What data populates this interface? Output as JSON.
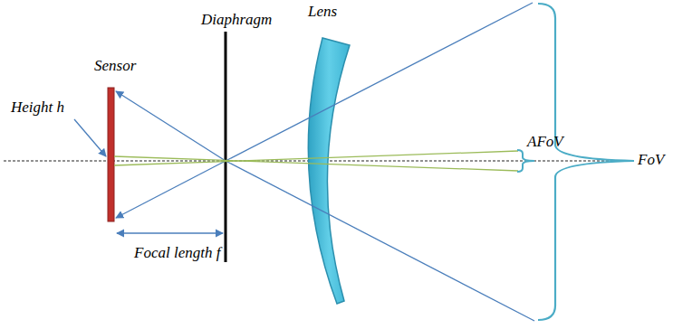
{
  "diagram": {
    "labels": [
      "Sensor",
      "Diaphragm",
      "Lens",
      "Height h",
      "AFoV",
      "FoV",
      "Focal length f"
    ]
  }
}
